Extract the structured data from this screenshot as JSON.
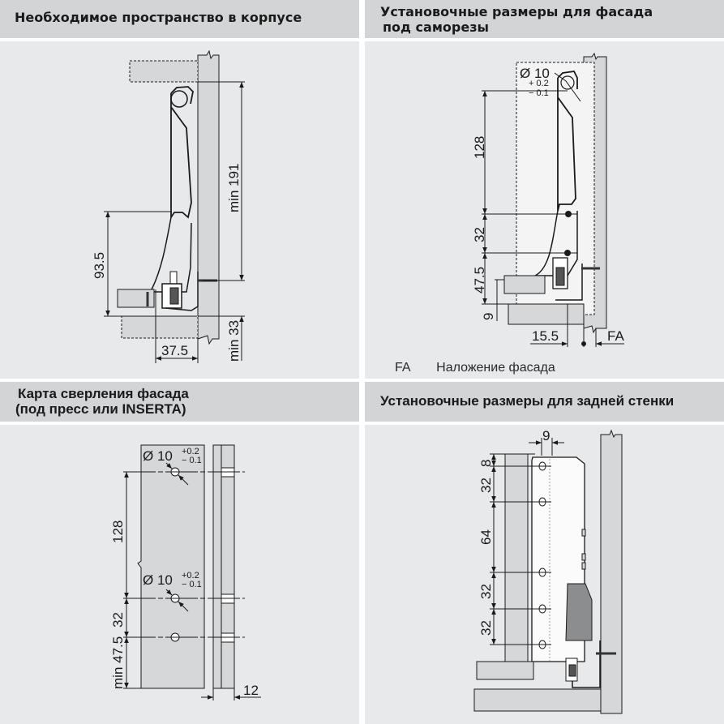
{
  "panels": [
    {
      "title": "Необходимое пространство в  корпусе",
      "dims": {
        "height_min": "min 191",
        "height": "93.5",
        "bottom_min": "min 33",
        "depth": "37.5"
      }
    },
    {
      "title_line1": "Установочные размеры для фасада",
      "title_line2": "под саморезы",
      "dims": {
        "hole": "Ø 10",
        "tol_plus": "+ 0.2",
        "tol_minus": "− 0.1",
        "d128": "128",
        "d32": "32",
        "d47": "47.5",
        "d9": "9",
        "d15": "15.5",
        "fa": "FA"
      },
      "legend": {
        "key": "FA",
        "text": "Наложение фасада"
      }
    },
    {
      "title_line1": "Карта сверления фасада",
      "title_line2": "(под пресс или INSERTA)",
      "dims": {
        "hole": "Ø 10",
        "tol_plus": "+0.2",
        "tol_minus": "− 0.1",
        "d128": "128",
        "d32": "32",
        "d47": "min 47.5",
        "d12": "12"
      }
    },
    {
      "title": "Установочные размеры для задней стенки",
      "dims": {
        "d9": "9",
        "d8": "8",
        "d32a": "32",
        "d64": "64",
        "d32b": "32",
        "d32c": "32"
      }
    }
  ],
  "colors": {
    "header_bg": "#d3d4d6",
    "panel_bg": "#e8e9eb",
    "part_fill": "#d6d7d9",
    "line": "#1a1a1a"
  }
}
